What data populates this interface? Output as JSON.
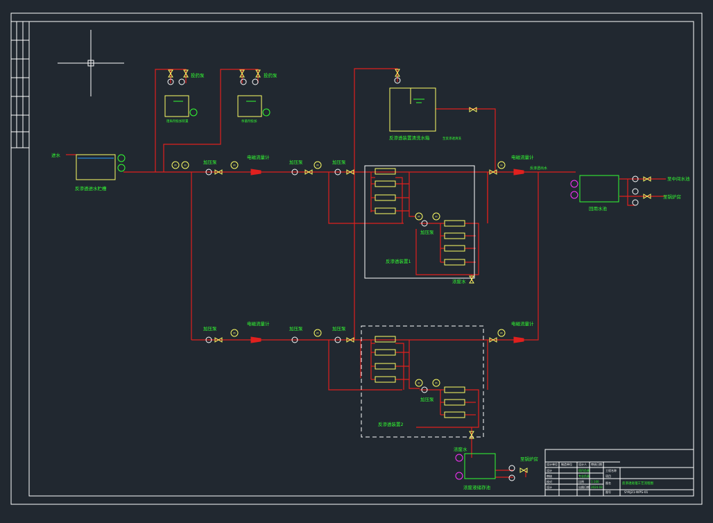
{
  "colors": {
    "background": "#212830",
    "frame": "#ffffff",
    "pipe": "#e0201e",
    "label": "#33ff33",
    "equipment": "#ffff66",
    "water": "#2aa0ff"
  },
  "labels": {
    "inlet": "进水",
    "raw_tank": "反渗透进水贮槽",
    "dosing_pump_1": "投药泵",
    "dosing_pump_2": "投药泵",
    "dosing_tank_1": "阻垢剂投加装置",
    "dosing_tank_2": "杀菌剂投加",
    "cleaning_tank": "反渗透装置清洗水箱",
    "cleaning_note": "至反渗透清洗",
    "booster_a1": "加压泵",
    "flowmeter_a1": "电磁流量计",
    "booster_a2": "加压泵",
    "booster_a3": "加压泵",
    "flowmeter_a_out": "电磁流量计",
    "permeate_note": "反渗透出水",
    "ro_unit_1": "反渗透装置1",
    "booster_a_stage2": "加压泵",
    "concentrate_a": "浓废水",
    "reuse_tank": "回用水池",
    "to_production": "至中间水池",
    "to_boiler": "至锅炉房",
    "booster_b1": "加压泵",
    "flowmeter_b1": "电磁流量计",
    "booster_b2": "加压泵",
    "booster_b3": "加压泵",
    "flowmeter_b_out": "电磁流量计",
    "ro_unit_2": "反渗透装置2",
    "booster_b_stage2": "加压泵",
    "concentrate_b": "浓废水",
    "concentrate_tank": "浓废液储存池",
    "to_boiler_2": "至锅炉房"
  },
  "instruments": [
    "PI",
    "FI",
    "PI",
    "PI",
    "FI",
    "PI",
    "FI",
    "PI",
    "PI"
  ],
  "title_block": {
    "header": [
      "设计单位",
      "制造单位",
      "设计人",
      "审核日期"
    ],
    "rows": [
      [
        "设计",
        "",
        "项目负责",
        "工程名称"
      ],
      [
        "审核",
        "",
        "专业负责",
        ""
      ],
      [
        "校对",
        "",
        "比例",
        "1:100"
      ],
      [
        "设计",
        "",
        "出图日期",
        "2024.03"
      ]
    ],
    "project": "工程名称",
    "drawing_title": "反渗透处理工艺流程图",
    "labels_right": [
      "项目",
      "图名",
      "图号"
    ],
    "drawing_no": "SYKJ21-WPS-01"
  }
}
